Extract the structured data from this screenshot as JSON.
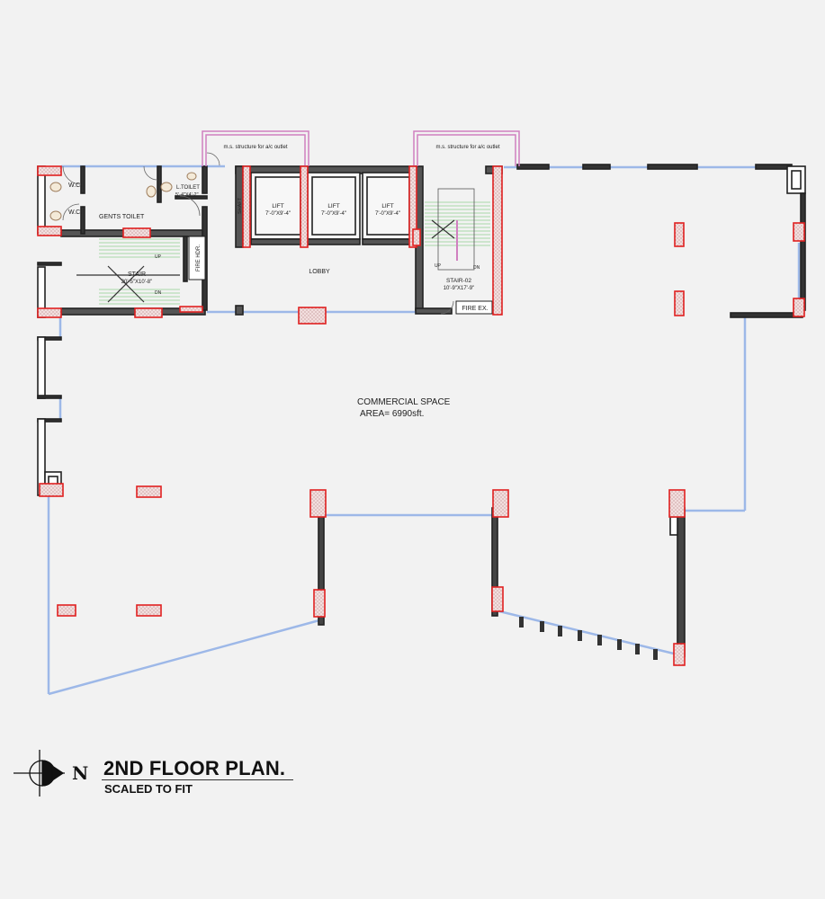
{
  "drawing": {
    "title": "2ND FLOOR PLAN.",
    "scale_note": "SCALED TO FIT",
    "north_label": "N"
  },
  "rooms": {
    "wc_1": "W.C.",
    "wc_2": "W.C.",
    "gents_toilet": "GENTS TOILET",
    "l_toilet": "L.TOILET",
    "l_toilet_size": "5'-4\"X4'-2\"",
    "fire_hdr": "FIRE HDR.",
    "stair_1": "STAIR",
    "stair_1_size": "20'-5\"X10'-8\"",
    "stair_up": "UP",
    "stair_dn": "DN",
    "lobby": "LOBBY",
    "shaft": "SHAFT",
    "lift_label": "LIFT",
    "lift_size": "7'-0\"X9'-4\"",
    "stair_2": "STAIR-02",
    "stair_2_size": "10'-9\"X17'-9\"",
    "fire_ex": "FIRE EX.",
    "commercial_space": "COMMERCIAL SPACE",
    "area": "AREA= 6990sft.",
    "ms_structure_1": "m.s. structure for a/c outlet",
    "ms_structure_2": "m.s. structure for a/c outlet"
  },
  "colors": {
    "wall": "#222222",
    "column": "#e02020",
    "window": "#9db8e8",
    "hatch": "#e8c8c8",
    "ms_structure": "#d080c0",
    "stair_line": "#a8d8a8"
  }
}
